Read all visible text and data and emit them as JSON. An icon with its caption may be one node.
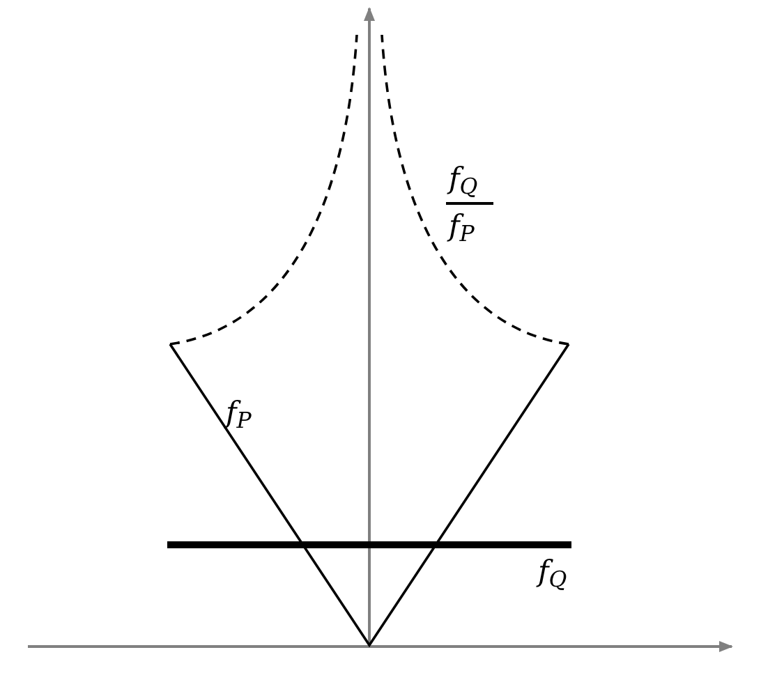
{
  "diagram": {
    "labels": [
      "f$_{Q}$",
      "f$_{P}$",
      "f$_{P}$",
      "f$_{Q}$"
    ]
  }
}
